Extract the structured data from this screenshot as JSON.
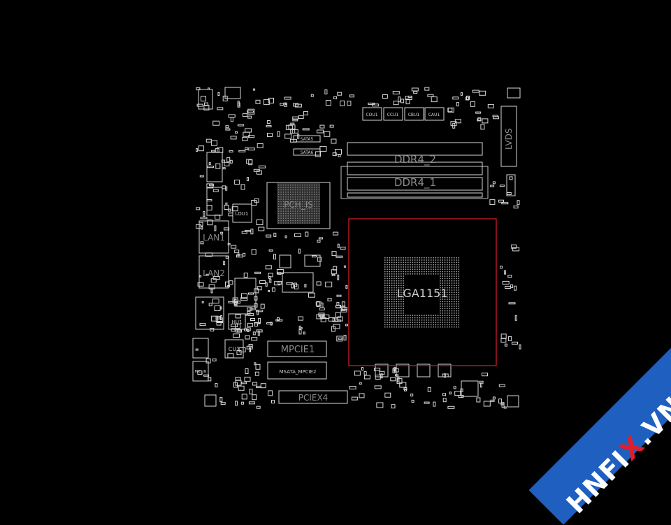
{
  "board": {
    "labels": {
      "cpu_socket": "LGA1151",
      "dimm_top": "DDR4_2",
      "dimm_bottom": "DDR4_1",
      "pch": "PCH_IS",
      "lan1": "LAN1",
      "lan2": "LAN2",
      "mpcie1": "MPCIE1",
      "msata": "MSATA_MPCIE2",
      "pciex4": "PCIEX4",
      "lvds": "LVDS",
      "lou1": "LOU1",
      "cu1": "CU1",
      "hu1": "HU1",
      "sata_top": "SATA5",
      "sata_bottom": "SATA6",
      "cou1": "COU1",
      "ccu1": "CCU1",
      "cbu1": "CBU1",
      "cau1": "CAU1",
      "mic": "MIC_IN"
    }
  },
  "watermark": {
    "prefix": "HNFI",
    "accent": "X",
    "suffix": ".VN"
  },
  "colors": {
    "background": "#000000",
    "outline": "#d8d8d8",
    "label": "#8a8a8a",
    "socket_highlight": "#e01d2a",
    "watermark_band": "#1f5fbf"
  }
}
